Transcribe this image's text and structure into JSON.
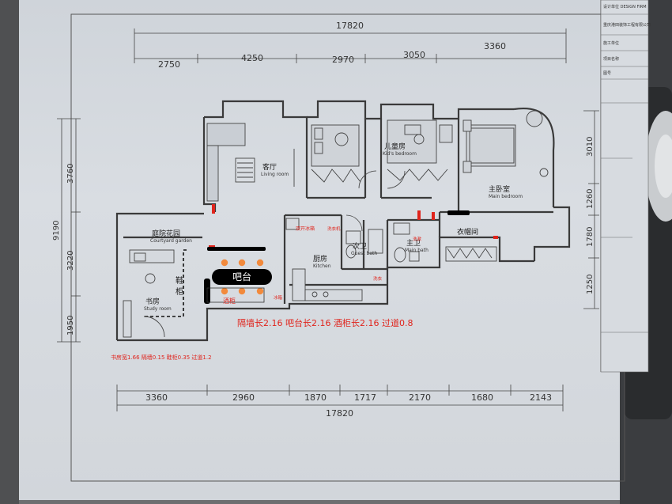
{
  "title_block": {
    "company": "重庆港田装饰工程有限公司",
    "design_firm": "设计单位 DESIGN FIRM",
    "line3": "施工单位",
    "line4": "项目名称",
    "line5": "图号"
  },
  "dimensions_top": {
    "total": "17820",
    "segments": [
      "2750",
      "4250",
      "2970",
      "3050",
      "3360"
    ]
  },
  "dimensions_bottom": {
    "total": "17820",
    "segments": [
      "3360",
      "2960",
      "1870",
      "1717",
      "2170",
      "1680",
      "2143"
    ]
  },
  "dimensions_left": {
    "total": "9190",
    "segments": [
      "3760",
      "3220",
      "1950"
    ]
  },
  "dimensions_right": {
    "segments": [
      "3010",
      "1260",
      "1780",
      "1250"
    ]
  },
  "rooms": {
    "living": "客厅",
    "living_en": "Living room",
    "child_bedroom": "儿童房",
    "child_bedroom_en": "Kid's bedroom",
    "master_bedroom": "主卧室",
    "master_bedroom_en": "Main bedroom",
    "garden": "庭院花园",
    "garden_en": "Courtyard garden",
    "study": "书房",
    "study_en": "Study room",
    "kitchen": "厨房",
    "kitchen_en": "Kitchen",
    "guest_bath": "次卫",
    "guest_bath_en": "Guest bath",
    "master_bath": "主卫",
    "master_bath_en": "Main bath",
    "shoe_cabinet": "鞋柜"
  },
  "annotations": {
    "bar": "吧台",
    "wine_cabinet": "酒柜",
    "walkin_closet": "衣帽间",
    "fridge": "双开冰箱",
    "kitchen_item": "洗衣机",
    "storage": "冰箱",
    "bath_item": "洗漱",
    "laundry": "洗衣",
    "measurement_main": "隔墙长2.16 吧台长2.16 酒柜长2.16 过道0.8",
    "measurement_study": "书房宽1.66 隔墙0.15 鞋柜0.35 过道1.2"
  },
  "colors": {
    "annotation_red": "#e0241c",
    "bar_stool_orange": "#f28a3c",
    "bar_black": "#000000"
  }
}
